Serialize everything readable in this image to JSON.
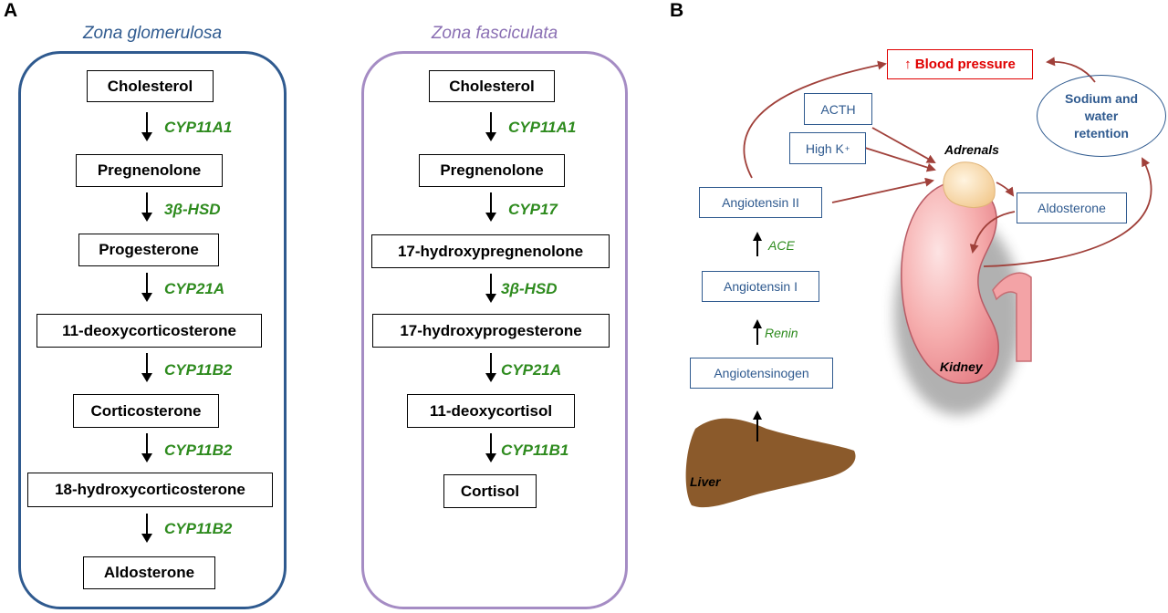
{
  "panel_a": {
    "letter": "A",
    "zona_glomerulosa": {
      "title": "Zona glomerulosa",
      "steps": [
        "Cholesterol",
        "Pregnenolone",
        "Progesterone",
        "11-deoxycorticosterone",
        "Corticosterone",
        "18-hydroxycorticosterone",
        "Aldosterone"
      ],
      "enzymes": [
        "CYP11A1",
        "3β-HSD",
        "CYP21A",
        "CYP11B2",
        "CYP11B2",
        "CYP11B2"
      ]
    },
    "zona_fasciculata": {
      "title": "Zona fasciculata",
      "steps": [
        "Cholesterol",
        "Pregnenolone",
        "17-hydroxypregnenolone",
        "17-hydroxyprogesterone",
        "11-deoxycortisol",
        "Cortisol"
      ],
      "enzymes": [
        "CYP11A1",
        "CYP17",
        "3β-HSD",
        "CYP21A",
        "CYP11B1"
      ]
    },
    "colors": {
      "glomerulosa_frame": "#2f5a8f",
      "fasciculata_frame": "#a58cc4",
      "enzyme": "#2e8b1e"
    }
  },
  "panel_b": {
    "letter": "B",
    "blood_pressure": "↑ Blood pressure",
    "acth": "ACTH",
    "high_k": "High K",
    "high_k_sup": "+",
    "angiotensin_ii": "Angiotensin II",
    "ace": "ACE",
    "angiotensin_i": "Angiotensin I",
    "renin": "Renin",
    "angiotensinogen": "Angiotensinogen",
    "aldosterone": "Aldosterone",
    "sodium_retention": "Sodium and water retention",
    "adrenals": "Adrenals",
    "kidney": "Kidney",
    "liver": "Liver",
    "colors": {
      "box": "#2f5a8f",
      "alert": "#e00000",
      "arrow": "#a0403a",
      "liver": "#8b5a2b",
      "kidney": "#f4aaaa"
    }
  }
}
